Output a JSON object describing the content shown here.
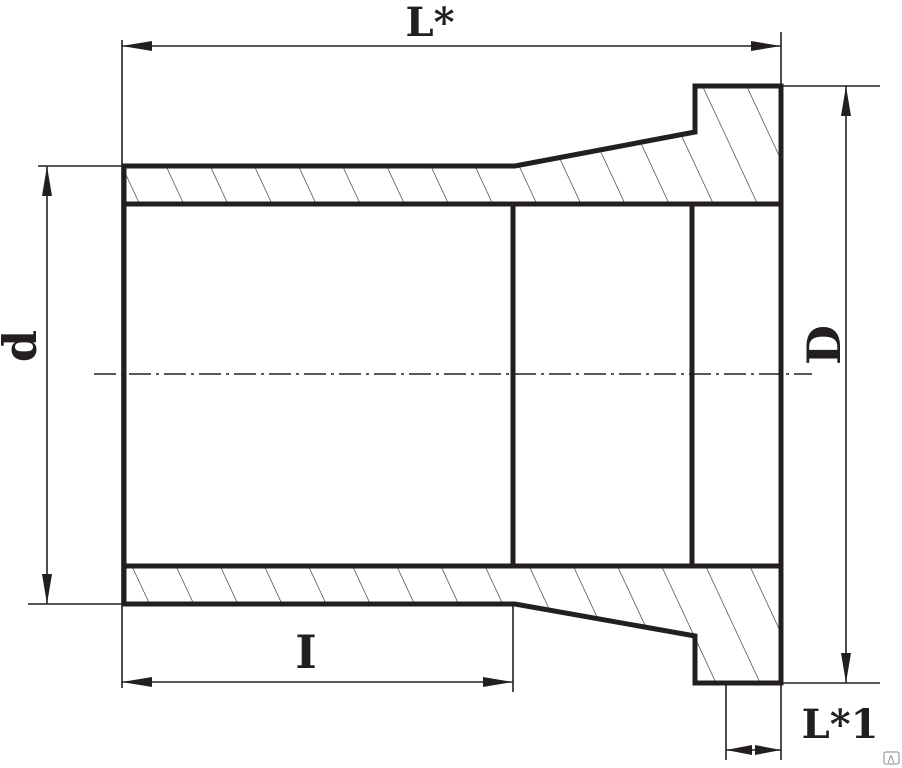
{
  "dimensions": {
    "overall_length": "L*",
    "flange_length": "L*1",
    "inner_diameter": "d",
    "outer_diameter": "D",
    "socket_length": "I"
  },
  "watermark": "/\\"
}
